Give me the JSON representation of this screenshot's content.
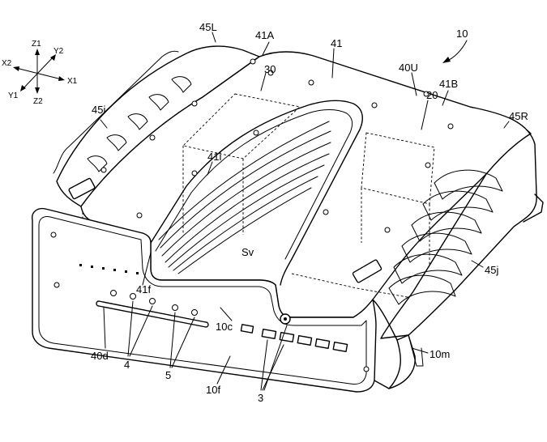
{
  "figure": {
    "ref_10": "10",
    "axes": {
      "z1": "Z1",
      "z2": "Z2",
      "x1": "X1",
      "x2": "X2",
      "y1": "Y1",
      "y2": "Y2"
    },
    "labels": {
      "l45L": "45L",
      "l41A": "41A",
      "l41": "41",
      "l40U": "40U",
      "l30": "30",
      "l20": "20",
      "l41B": "41B",
      "l45R": "45R",
      "l45i": "45i",
      "l41i": "41i",
      "lSv": "Sv",
      "l41f": "41f",
      "l45j": "45j",
      "l10c": "10c",
      "l40d": "40d",
      "l4": "4",
      "l5": "5",
      "l10f": "10f",
      "l3": "3",
      "l10m": "10m"
    }
  }
}
